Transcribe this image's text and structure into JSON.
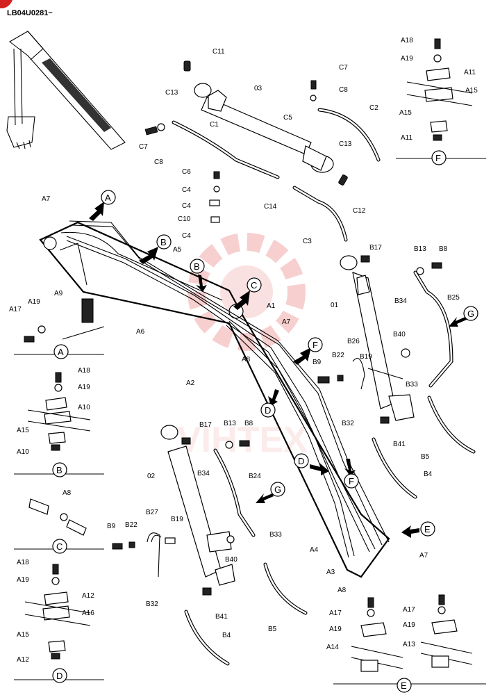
{
  "header": {
    "code": "LB04U0281~"
  },
  "watermark": {
    "text": "VIHTEX",
    "color": "#e8403a"
  },
  "arrows": [
    "A",
    "B",
    "B",
    "C",
    "D",
    "E",
    "F",
    "F",
    "G",
    "G"
  ],
  "detail_views": [
    {
      "id": "A",
      "labels": [
        "A17",
        "A19",
        "A9"
      ]
    },
    {
      "id": "B",
      "labels": [
        "A18",
        "A19",
        "A10",
        "A15",
        "A10"
      ]
    },
    {
      "id": "C",
      "labels": [
        "A8"
      ]
    },
    {
      "id": "D",
      "labels": [
        "A18",
        "A19",
        "A12",
        "A16",
        "A15",
        "A12"
      ]
    },
    {
      "id": "E",
      "labels": [
        "A17",
        "A19",
        "A14",
        "A17",
        "A19",
        "A13"
      ]
    },
    {
      "id": "F",
      "labels": [
        "A18",
        "A19",
        "A11",
        "A15",
        "A15",
        "A11"
      ]
    }
  ],
  "labels": {
    "C11": "C11",
    "c03": "03",
    "C13a": "C13",
    "C1": "C1",
    "C7a": "C7",
    "C8a": "C8",
    "C7b": "C7",
    "C8b": "C8",
    "C5": "C5",
    "C2": "C2",
    "C13b": "C13",
    "C12": "C12",
    "C6": "C6",
    "C4a": "C4",
    "C4b": "C4",
    "C10": "C10",
    "C4c": "C4",
    "C14": "C14",
    "C3": "C3",
    "A7a": "A7",
    "A5": "A5",
    "A6": "A6",
    "A1": "A1",
    "A7b": "A7",
    "A8a": "A8",
    "A2": "A2",
    "A4": "A4",
    "A3": "A3",
    "A8b": "A8",
    "A7c": "A7",
    "B17a": "B17",
    "B13a": "B13",
    "B8a": "B8",
    "c01": "01",
    "B34a": "B34",
    "B25": "B25",
    "B40a": "B40",
    "B26": "B26",
    "B22a": "B22",
    "B19a": "B19",
    "B9a": "B9",
    "B33a": "B33",
    "B32a": "B32",
    "B41a": "B41",
    "B5a": "B5",
    "B4a": "B4",
    "B17b": "B17",
    "B13b": "B13",
    "B8b": "B8",
    "c02": "02",
    "B34b": "B34",
    "B24": "B24",
    "B27": "B27",
    "B9b": "B9",
    "B22b": "B22",
    "B19b": "B19",
    "B33b": "B33",
    "B40b": "B40",
    "B32b": "B32",
    "B41b": "B41",
    "B4b": "B4",
    "B5b": "B5"
  }
}
